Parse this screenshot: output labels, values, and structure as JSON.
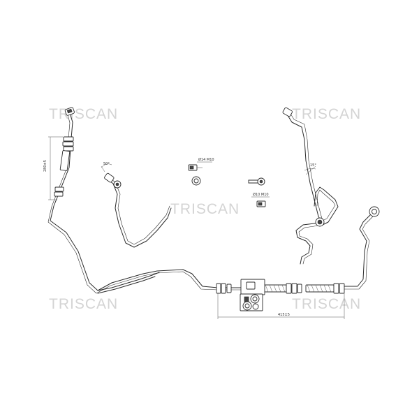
{
  "watermarks": [
    "TRISCAN",
    "TRISCAN",
    "TRISCAN",
    "TRISCAN",
    "TRISCAN"
  ],
  "dimensions": {
    "vertical_length": "280±5",
    "horizontal_length": "415±5",
    "angle_left": "50°",
    "angle_right": "15°",
    "fitting_top": "Ø14 M10",
    "fitting_bottom": "Ø10 M10"
  },
  "colors": {
    "line": "#2b2b2b",
    "watermark": "#d4d4d4",
    "background": "#ffffff"
  }
}
